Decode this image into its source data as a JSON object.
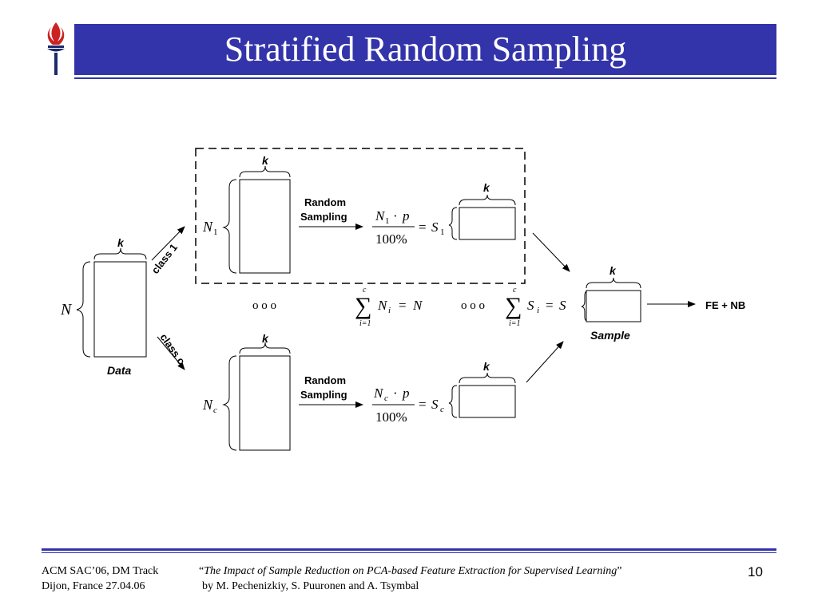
{
  "slide": {
    "title": "Stratified Random Sampling",
    "page_number": "10"
  },
  "diagram": {
    "data_label": "Data",
    "n_total": "N",
    "k": "k",
    "class1_label": "class 1",
    "classc_label": "class c",
    "n1_base": "N",
    "n1_sub": "1",
    "nc_base": "N",
    "nc_sub": "c",
    "random_sampling_line1": "Random",
    "random_sampling_line2": "Sampling",
    "p": "p",
    "hundred_percent": "100%",
    "s1_base": "S",
    "s1_sub": "1",
    "sc_base": "S",
    "sc_sub": "c",
    "ellipsis": "o o o",
    "sum_upper": "c",
    "sum_lower": "i=1",
    "sum_n_base": "N",
    "sum_n_sub": "i",
    "sum_n_rhs": "N",
    "sum_s_base": "S",
    "sum_s_sub": "i",
    "sum_s_rhs": "S",
    "sample_label": "Sample",
    "output_label": "FE + NB"
  },
  "footer": {
    "conf_line1": "ACM SAC’06, DM Track",
    "conf_line2": "Dijon, France 27.04.06",
    "paper_title": "The Impact of Sample Reduction on PCA-based Feature Extraction for Supervised Learning",
    "open_quote": "“",
    "close_quote": "”",
    "authors": "by M. Pechenizkiy, S. Puuronen and A. Tsymbal"
  },
  "colors": {
    "title_bar": "#3333aa",
    "logo_flame": "#cc2222"
  },
  "icons": {
    "logo": "torch-logo-icon"
  }
}
